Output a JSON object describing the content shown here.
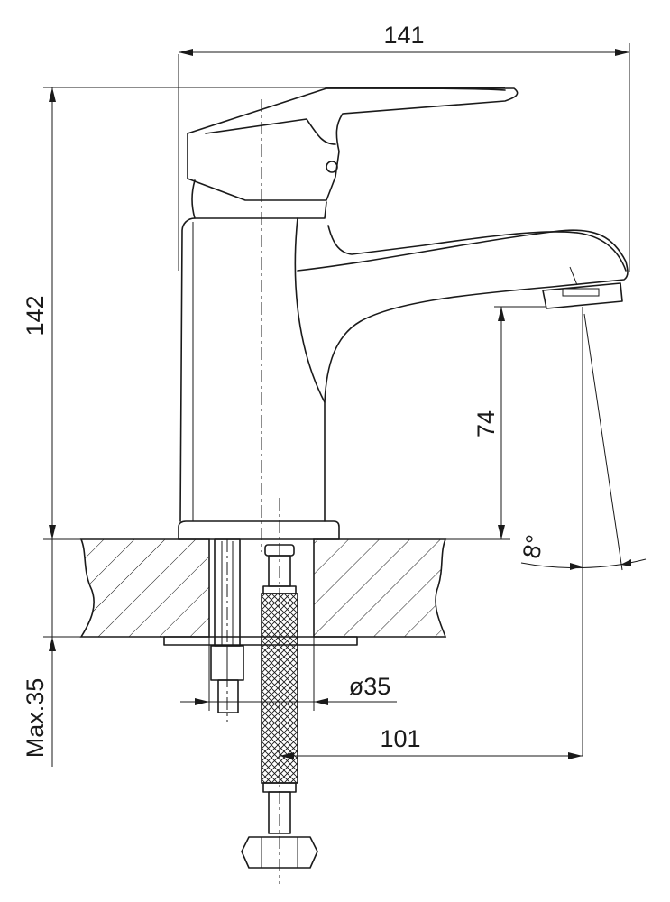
{
  "dimensions": {
    "overall_width": "141",
    "overall_height": "142",
    "spout_height": "74",
    "spout_angle": "8°",
    "hole_diameter": "ø35",
    "spout_reach": "101",
    "max_deck_thickness": "Max.35"
  },
  "colors": {
    "line": "#1a1a1a",
    "background": "#ffffff"
  }
}
